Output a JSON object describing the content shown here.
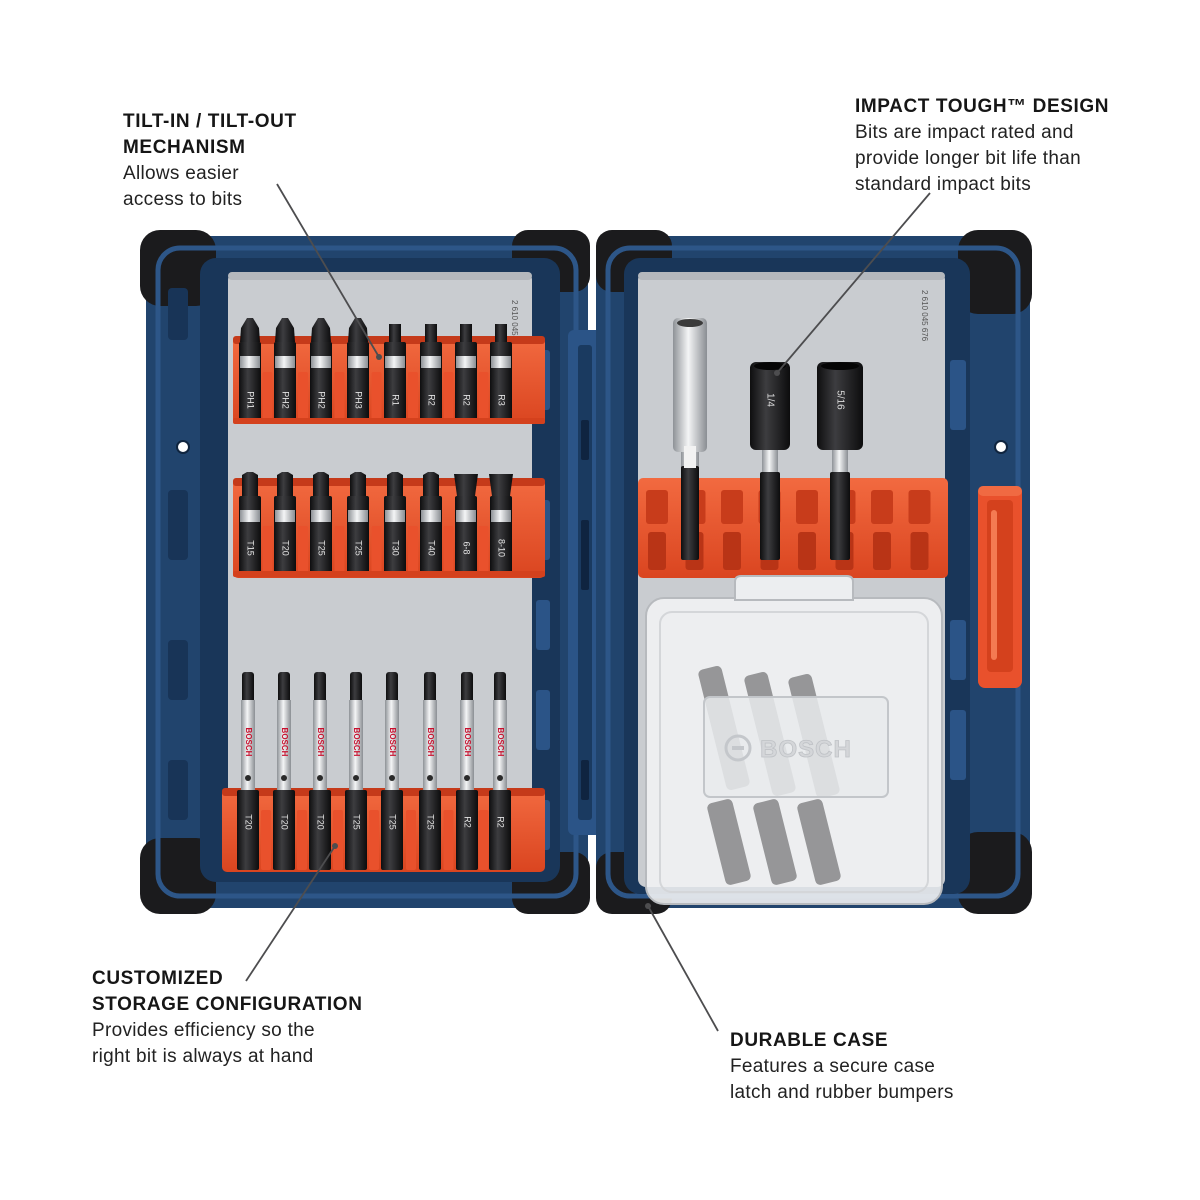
{
  "callouts": {
    "tilt_mechanism": {
      "title": [
        "TILT-IN / TILT-OUT",
        "MECHANISM"
      ],
      "body": [
        "Allows easier",
        "access to bits"
      ]
    },
    "impact_tough": {
      "title": [
        "IMPACT TOUGH™ DESIGN"
      ],
      "body": [
        "Bits are impact rated and",
        "provide longer bit life than",
        "standard impact bits"
      ]
    },
    "storage_configuration": {
      "title": [
        "CUSTOMIZED",
        "STORAGE CONFIGURATION"
      ],
      "body": [
        "Provides efficiency so the",
        "right bit is always at hand"
      ]
    },
    "durable_case": {
      "title": [
        "DURABLE CASE"
      ],
      "body": [
        "Features a secure case",
        "latch and rubber bumpers"
      ]
    }
  },
  "product": {
    "brand": "BOSCH",
    "tray_code": "2 610 045 676",
    "bit_rows": [
      [
        "PH1",
        "PH2",
        "PH2",
        "PH3",
        "R1",
        "R2",
        "R2",
        "R3"
      ],
      [
        "T15",
        "T20",
        "T25",
        "T25",
        "T30",
        "T40",
        "6-8",
        "8-10"
      ],
      [
        "T20",
        "T20",
        "T20",
        "T25",
        "T25",
        "T25",
        "R2",
        "R2"
      ]
    ],
    "nutsetter_sizes": [
      "1/4",
      "5/16"
    ],
    "colors": {
      "case": "#21446d",
      "holder": "#e9512c",
      "tray": "#c9ccd0",
      "bumper": "#1b1b1d",
      "bit": "#1c1c1e",
      "brand_red": "#c8102e"
    }
  }
}
